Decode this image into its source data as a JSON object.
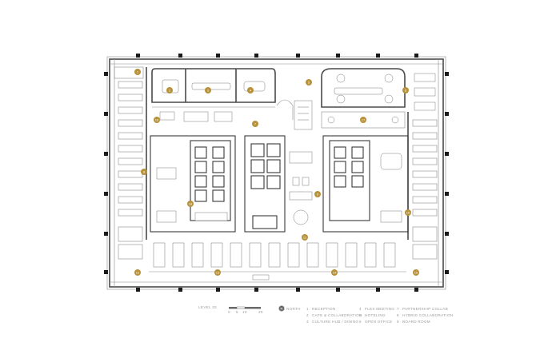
{
  "plan": {
    "level_label": "LEVEL 33",
    "north_label": "NORTH",
    "north_glyph": "N",
    "scale_ticks": [
      "0",
      "5",
      "10",
      "20"
    ],
    "accent_color": "#b8923a",
    "wall_color": "#4a4a4a",
    "markers": [
      {
        "n": "1"
      },
      {
        "n": "2"
      },
      {
        "n": "3"
      },
      {
        "n": "4"
      },
      {
        "n": "5"
      },
      {
        "n": "6"
      },
      {
        "n": "7"
      },
      {
        "n": "8"
      },
      {
        "n": "9"
      },
      {
        "n": "10"
      },
      {
        "n": "11"
      },
      {
        "n": "12"
      },
      {
        "n": "13"
      },
      {
        "n": "14"
      },
      {
        "n": "15"
      },
      {
        "n": "16"
      },
      {
        "n": "17"
      },
      {
        "n": "18"
      }
    ]
  },
  "legend": {
    "items": [
      {
        "n": "1",
        "label": "RECEPTION"
      },
      {
        "n": "2",
        "label": "CAFE & COLLABORATION"
      },
      {
        "n": "3",
        "label": "CULTURE HUB / DINING"
      },
      {
        "n": "4",
        "label": "FLEX MEETING"
      },
      {
        "n": "5",
        "label": "HOTELING"
      },
      {
        "n": "6",
        "label": "OPEN OFFICE"
      },
      {
        "n": "7",
        "label": "PARTNERSHIP COLLAB"
      },
      {
        "n": "8",
        "label": "HYBRID COLLABORATION"
      },
      {
        "n": "9",
        "label": "BOARD ROOM"
      }
    ]
  }
}
